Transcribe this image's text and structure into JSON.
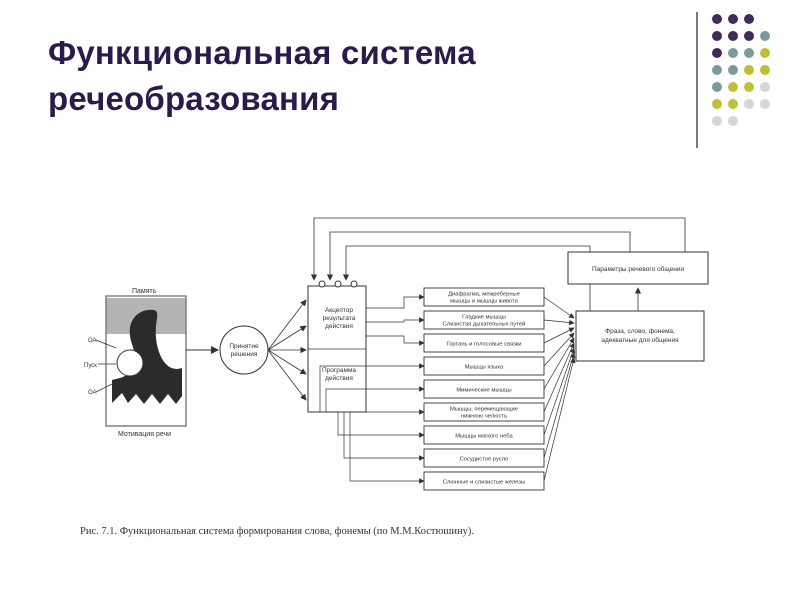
{
  "slide": {
    "title_line1": "Функциональная система",
    "title_line2": "речеобразования"
  },
  "decor": {
    "dot_rows": [
      [
        "purple",
        "purple",
        "purple"
      ],
      [
        "purple",
        "purple",
        "purple",
        "teal"
      ],
      [
        "purple",
        "teal",
        "teal",
        "olive"
      ],
      [
        "teal",
        "teal",
        "olive",
        "olive"
      ],
      [
        "teal",
        "olive",
        "olive",
        "grey"
      ],
      [
        "olive",
        "olive",
        "grey",
        "grey"
      ],
      [
        "grey",
        "grey"
      ]
    ],
    "colors": {
      "purple": "#3f2a5c",
      "teal": "#7b9a9a",
      "olive": "#bfc03a",
      "grey": "#d6d6d6"
    }
  },
  "diagram": {
    "memory_label": "Память",
    "motivation_label": "Мотивация речи",
    "oa_label_top": "ОА",
    "trigger_label": "Пуск",
    "oa_label_bottom": "ОА",
    "decision_label_line1": "Принятие",
    "decision_label_line2": "решения",
    "acceptor_lines": [
      "Акцептор",
      "результата",
      "действия"
    ],
    "program_lines": [
      "Программа",
      "действия"
    ],
    "muscles": [
      [
        "Диафрагма, межреберные",
        "мышцы и мышцы живота"
      ],
      [
        "Гладкие мышцы",
        "Слизистая дыхательных путей"
      ],
      [
        "Гортань и голосовые связки"
      ],
      [
        "Мышцы языка"
      ],
      [
        "Мимические мышцы"
      ],
      [
        "Мышцы, перемещающие",
        "нижнюю челюсть"
      ],
      [
        "Мышцы мягкого неба"
      ],
      [
        "Сосудистое русло"
      ],
      [
        "Слюнные и слизистые железы"
      ]
    ],
    "params_label": "Параметры речевого общения",
    "phrase_lines": [
      "Фраза, слово, фонема,",
      "адекватные для общения"
    ],
    "caption": "Рис. 7.1. Функциональная система формирования слова, фонемы (по М.М.Костюшину)."
  }
}
